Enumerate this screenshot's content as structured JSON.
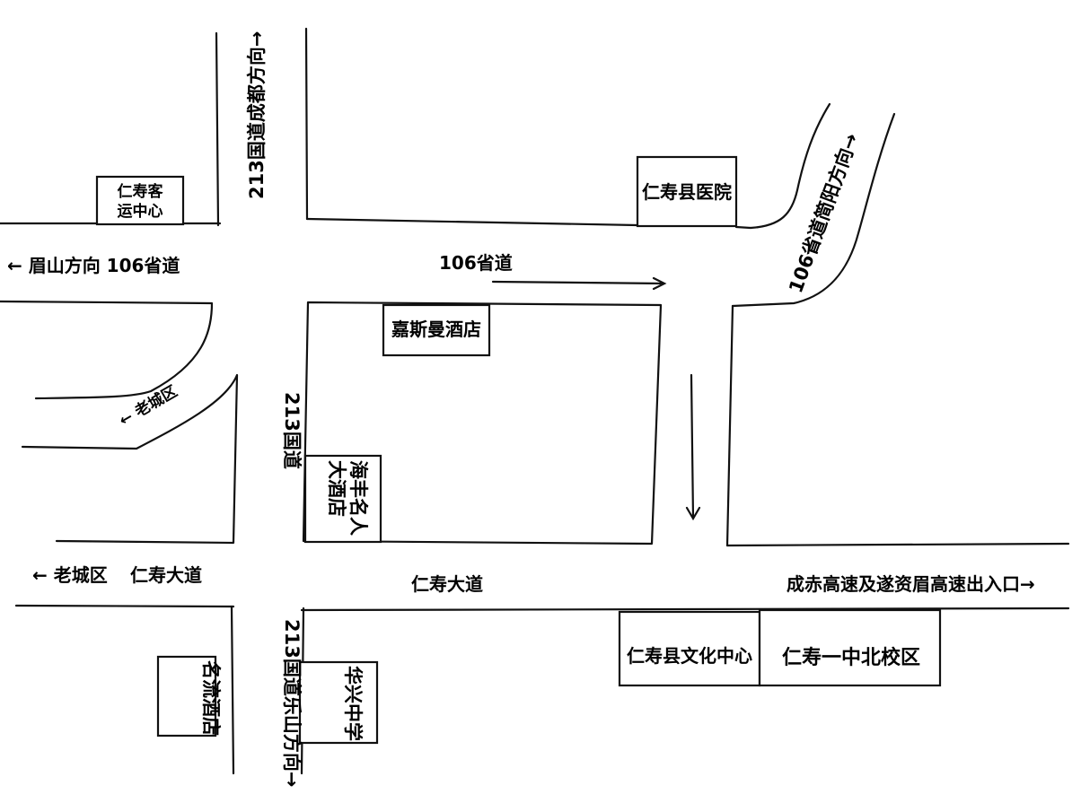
{
  "roads": {
    "g213_north": "213国道成都方向→",
    "g213_mid": "213国道",
    "g213_south": "213国道乐山方向→",
    "s106_west": "← 眉山方向 106省道",
    "s106_center": "106省道",
    "s106_east": "106省道简阳方向→",
    "old_town_upper": "← 老城区",
    "old_town_lower": "← 老城区",
    "renshou_west": "仁寿大道",
    "renshou_center": "仁寿大道",
    "expressway": "成赤高速及遂资眉高速出入口→"
  },
  "buildings": {
    "bus_center_line1": "仁寿客",
    "bus_center_line2": "运中心",
    "hospital": "仁寿县医院",
    "jiasiman": "嘉斯曼酒店",
    "haifeng_line1": "海丰名人",
    "haifeng_line2": "大酒店",
    "mingliu": "名流酒店",
    "huaxing": "华兴中学",
    "culture_center": "仁寿县文化中心",
    "yizhong": "仁寿一中北校区"
  }
}
